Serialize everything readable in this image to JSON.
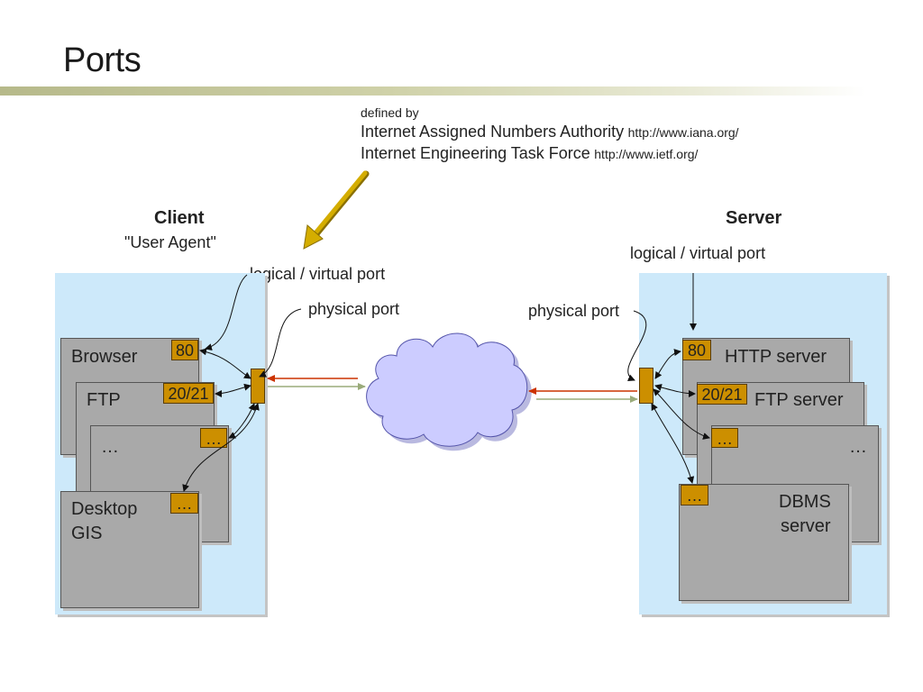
{
  "slide": {
    "title": "Ports"
  },
  "definition": {
    "defined_by": "defined by",
    "iana_name": "Internet Assigned Numbers Authority",
    "iana_url": "http://www.iana.org/",
    "ietf_name": "Internet Engineering Task Force",
    "ietf_url": "http://www.ietf.org/"
  },
  "client": {
    "title": "Client",
    "subtitle": "\"User Agent\"",
    "logical_port_label": "logical / virtual port",
    "physical_port_label": "physical port",
    "apps": [
      {
        "name": "Browser",
        "port": "80"
      },
      {
        "name": "FTP",
        "port": "20/21"
      },
      {
        "name": "…",
        "port": "…"
      },
      {
        "name": "Desktop GIS",
        "name_line1": "Desktop",
        "name_line2": "GIS",
        "port": "…"
      }
    ]
  },
  "server": {
    "title": "Server",
    "logical_port_label": "logical / virtual port",
    "physical_port_label": "physical port",
    "apps": [
      {
        "name": "HTTP server",
        "port": "80"
      },
      {
        "name": "FTP server",
        "port": "20/21"
      },
      {
        "name": "…",
        "port": "…"
      },
      {
        "name": "DBMS server",
        "name_line1": "DBMS",
        "name_line2": "server",
        "port": "…"
      }
    ]
  },
  "colors": {
    "zone": "#cde9fa",
    "app_box": "#a9a9a9",
    "port": "#cc8f00",
    "cloud": "#ccccff",
    "arrow_highlight": "#c8a000",
    "red_arrow": "#cc3300",
    "green_arrow": "#9aab7a"
  }
}
